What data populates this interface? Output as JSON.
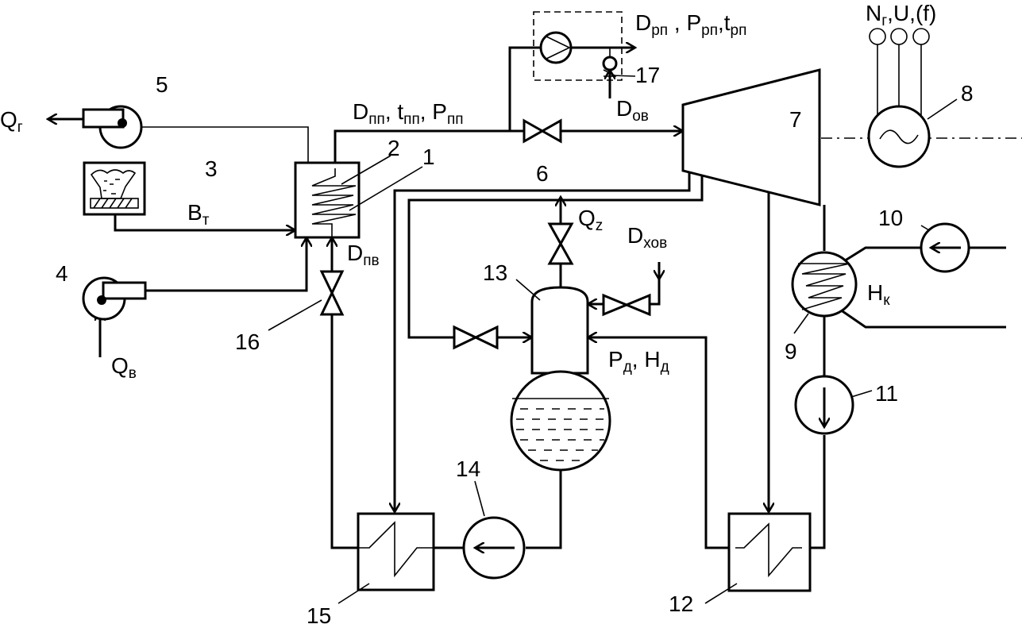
{
  "numbers": {
    "n1": "1",
    "n2": "2",
    "n3": "3",
    "n4": "4",
    "n5": "5",
    "n6": "6",
    "n7": "7",
    "n8": "8",
    "n9": "9",
    "n10": "10",
    "n11": "11",
    "n12": "12",
    "n13": "13",
    "n14": "14",
    "n15": "15",
    "n16": "16",
    "n17": "17"
  },
  "labels": {
    "q_gas": {
      "main": "Q",
      "sub": "г"
    },
    "q_air": {
      "main": "Q",
      "sub": "в"
    },
    "b_fuel": {
      "main": "B",
      "sub": "т"
    },
    "d_feed": {
      "main": "D",
      "sub": "пв"
    },
    "steam_params": {
      "d": "D",
      "d_sub": "пп",
      "t": "t",
      "t_sub": "пп",
      "p": "P",
      "p_sub": "пп"
    },
    "extraction": {
      "d": "D",
      "d_sub": "рп",
      "p": "P",
      "p_sub": "рп",
      "t": "t",
      "t_sub": "рп"
    },
    "d_ov": {
      "main": "D",
      "sub": "ов"
    },
    "generator_out": {
      "n": "N",
      "n_sub": "г",
      "rest": ",U,(f)"
    },
    "q_z": {
      "main": "Q",
      "sub": "z"
    },
    "d_hov": {
      "main": "D",
      "sub": "хов"
    },
    "deaerator": {
      "p": "P",
      "p_sub": "д",
      "h": "H",
      "h_sub": "д"
    },
    "h_cond": {
      "main": "H",
      "sub": "к"
    }
  }
}
